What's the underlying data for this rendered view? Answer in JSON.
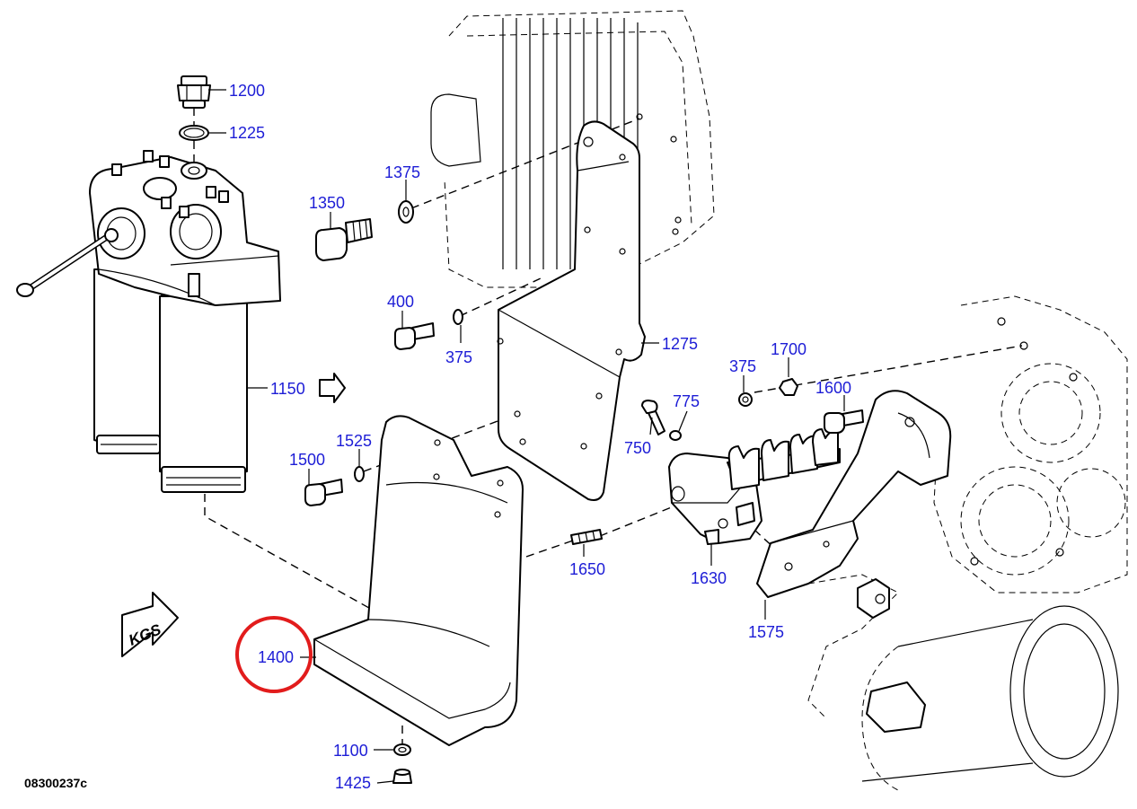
{
  "drawing_code": "08300237c",
  "kgs_label": "KGS",
  "highlight_color": "#e21c1c",
  "label_color": "#1d1dd6",
  "labels": {
    "p1200": "1200",
    "p1225": "1225",
    "p1375": "1375",
    "p1350": "1350",
    "p400": "400",
    "p375a": "375",
    "p1275": "1275",
    "p375b": "375",
    "p1700": "1700",
    "p1600": "1600",
    "p775": "775",
    "p750": "750",
    "p1150": "1150",
    "p1525": "1525",
    "p1500": "1500",
    "p1650": "1650",
    "p1630": "1630",
    "p1575": "1575",
    "p1400": "1400",
    "p1100": "1100",
    "p1425": "1425"
  }
}
